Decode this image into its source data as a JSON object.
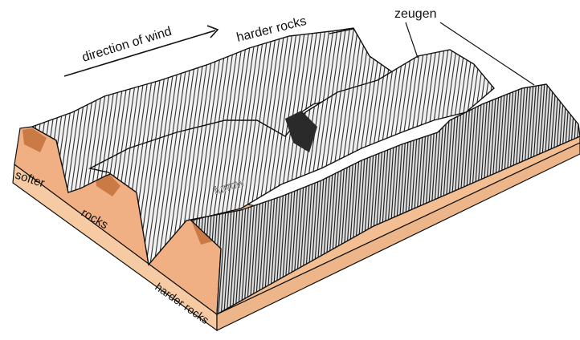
{
  "labels": {
    "wind": "direction of wind",
    "harder_top": "harder rocks",
    "zeugen": "zeugen",
    "softer": "softer",
    "rocks": "rocks",
    "furrow": "furrow",
    "harder_bottom": "harder rocks"
  },
  "colors": {
    "rock_fill": "#f1f1f1",
    "rock_ridge": "#ffffff",
    "hatch": "#222222",
    "outline": "#111111",
    "soft_layer": "#e9a97a",
    "soft_layer_dark": "#c97a45",
    "base_layer": "#f3bf92",
    "background": "#ffffff"
  }
}
